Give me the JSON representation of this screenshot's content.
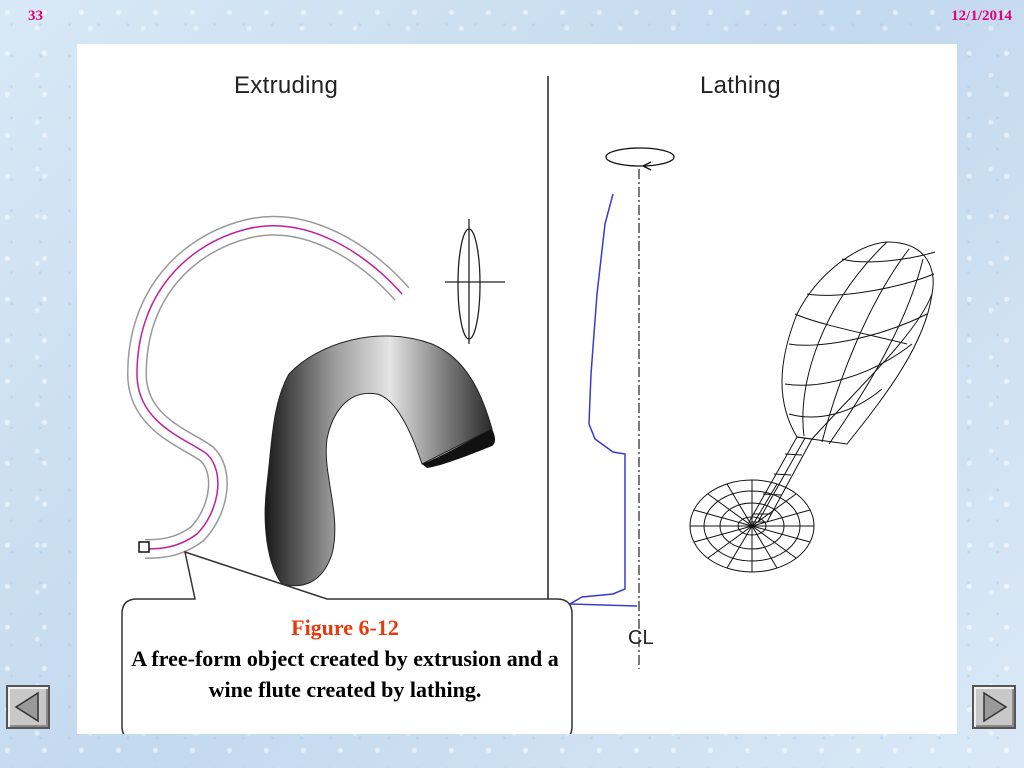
{
  "header": {
    "slide_number": "33",
    "date": "12/1/2014"
  },
  "figure": {
    "left_title": "Extruding",
    "right_title": "Lathing",
    "centerline_label": "CL"
  },
  "callout": {
    "title": "Figure 6-12",
    "body": "A free-form object created by extrusion and a wine flute created by lathing."
  },
  "nav": {
    "prev_icon": "triangle-left-icon",
    "next_icon": "triangle-right-icon"
  },
  "colors": {
    "accent_number": "#e0007a",
    "callout_title": "#e8380d",
    "profile_line": "#3a3ad0",
    "path_line": "#c0209a"
  }
}
